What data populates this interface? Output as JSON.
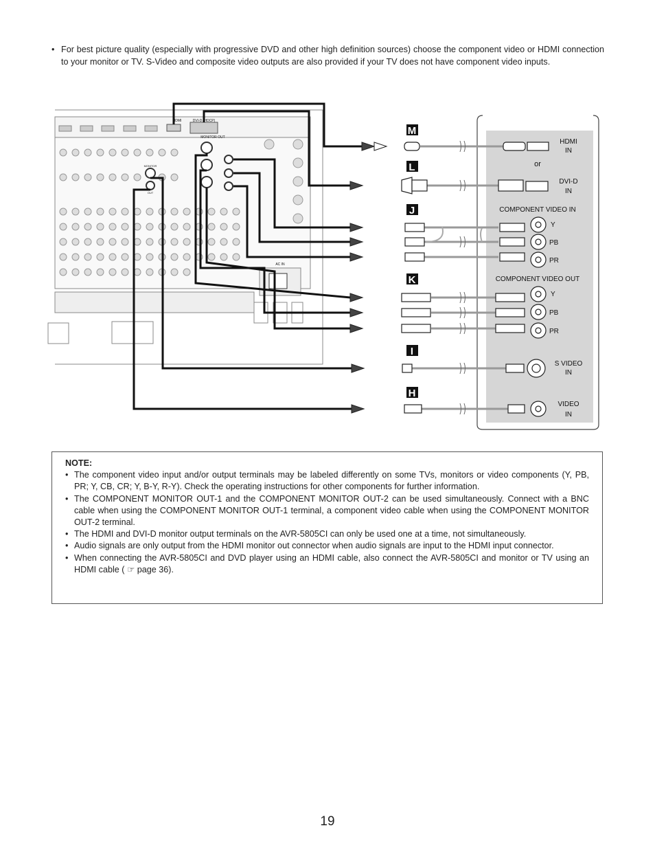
{
  "intro": {
    "bullet": "•",
    "text": "For best picture quality (especially with progressive DVD and other high definition sources) choose the component video or HDMI connection to your monitor or TV. S-Video and composite video outputs are also provided if your TV does not have component video inputs."
  },
  "diagram": {
    "connection_letters": [
      "M",
      "L",
      "J",
      "K",
      "I",
      "H"
    ],
    "tv_labels": {
      "hdmi_in": [
        "HDMI",
        "IN"
      ],
      "or": "or",
      "dvid_in": [
        "DVI-D",
        "IN"
      ],
      "component_video_in": "COMPONENT VIDEO IN",
      "component_video_out": "COMPONENT VIDEO OUT",
      "y": "Y",
      "pb": "PB",
      "pr": "PR",
      "s_video_in": [
        "S VIDEO",
        "IN"
      ],
      "video_in": [
        "VIDEO",
        "IN"
      ]
    },
    "receiver_labels": {
      "hdmi": "HDMI",
      "dvid_hdcp": "DVI-D (HDCP)",
      "monitor_out": "MONITOR OUT",
      "monitor_out_small": "MONITOR",
      "out": "OUT",
      "ac_in": "AC IN"
    }
  },
  "note": {
    "title": "NOTE:",
    "items": [
      "The component video input and/or output terminals may be labeled differently on some TVs, monitors or video components (Y, PB, PR; Y, CB, CR; Y, B-Y, R-Y). Check the operating instructions for other components for further information.",
      "The COMPONENT MONITOR OUT-1 and the COMPONENT MONITOR OUT-2 can be used simultaneously. Connect with a BNC cable when using the COMPONENT MONITOR OUT-1 terminal, a component video cable when using the COMPONENT MONITOR OUT-2 terminal.",
      "The HDMI and DVI-D monitor output terminals on the AVR-5805CI can only be used one at a time, not simultaneously.",
      "Audio signals are only output from the HDMI monitor out connector when audio signals are input to the HDMI input connector.",
      "When connecting the AVR-5805CI and DVD player using an HDMI cable, also connect the AVR-5805CI and monitor or TV using an HDMI cable ( ☞ page 36)."
    ]
  },
  "page_number": "19"
}
